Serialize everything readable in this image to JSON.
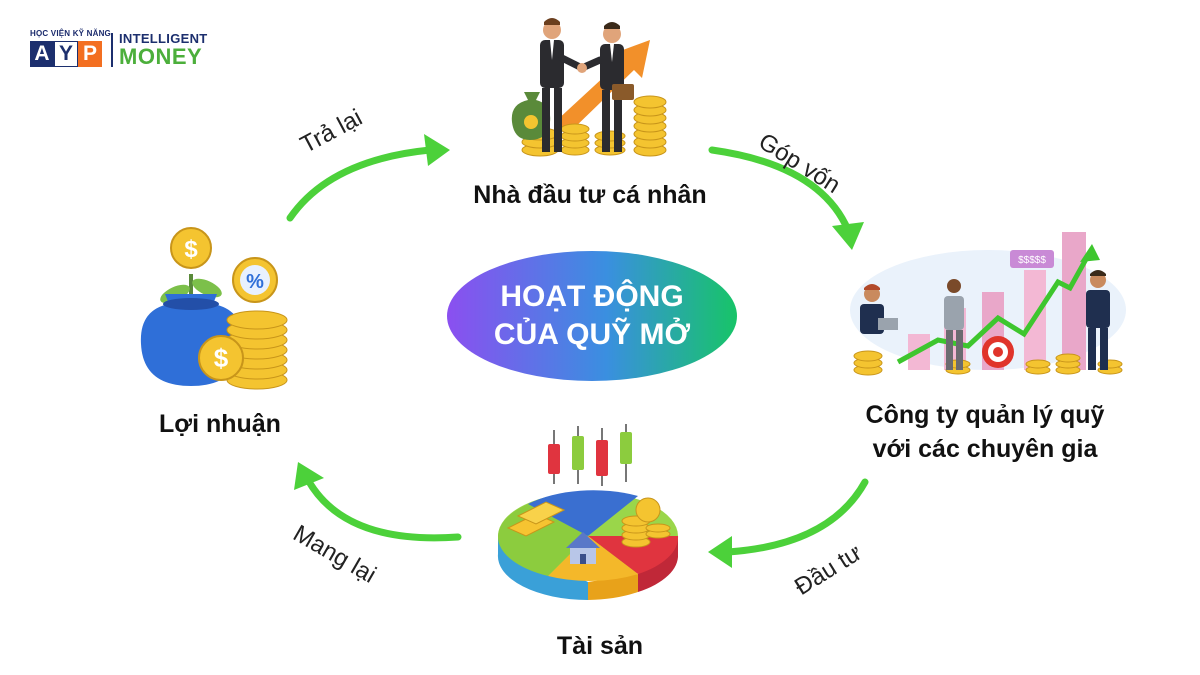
{
  "logo": {
    "top_text": "HỌC VIỆN KỸ NĂNG",
    "letters": [
      "A",
      "Y",
      "P"
    ],
    "intelligent": "INTELLIGENT",
    "money": "MONEY"
  },
  "center": {
    "line1": "HOẠT ĐỘNG",
    "line2": "CỦA QUỸ MỞ"
  },
  "nodes": {
    "investor": "Nhà đầu tư cá nhân",
    "fund_line1": "Công ty quản lý quỹ",
    "fund_line2": "với các chuyên gia",
    "asset": "Tài sản",
    "profit": "Lợi nhuận"
  },
  "arrows": {
    "return": "Trả lại",
    "contribute": "Góp vốn",
    "invest": "Đầu tư",
    "bring": "Mang lại"
  },
  "illustration_text": {
    "price_tag": "$$$$$",
    "percent": "%",
    "dollar": "$"
  },
  "colors": {
    "arrow_green": "#4cd13a",
    "gradient_start": "#8b4ff0",
    "gradient_mid": "#3a8fe0",
    "gradient_end": "#17c468",
    "logo_navy": "#1c2f6e",
    "logo_orange": "#f36f21",
    "money_green": "#4caf3b"
  },
  "icons": [
    "handshake-investors-icon",
    "money-bag-icon",
    "growth-arrow-icon",
    "analysts-chart-icon",
    "target-icon",
    "asset-pie-icon",
    "candlestick-icon",
    "gold-bars-icon",
    "house-icon",
    "coin-stack-icon",
    "percent-coin-icon",
    "dollar-coin-icon"
  ]
}
